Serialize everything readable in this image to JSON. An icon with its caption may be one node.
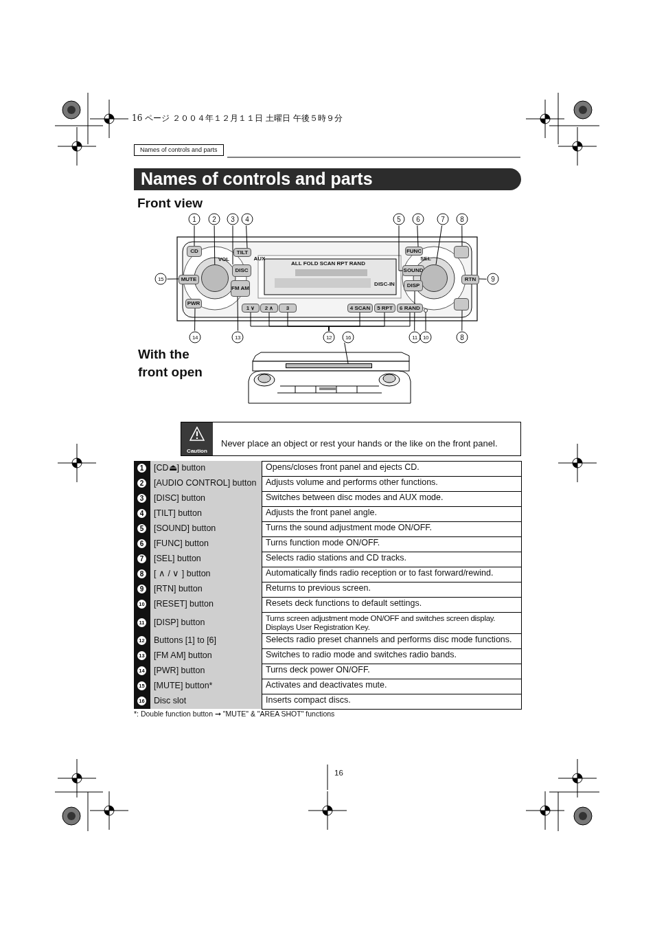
{
  "diagram": {
    "title": "Names of controls and parts",
    "nodes": [
      {
        "text": [
          "1"
        ]
      },
      {
        "text": [
          "2"
        ]
      },
      {
        "text": [
          "3"
        ]
      },
      {
        "text": [
          "4"
        ]
      },
      {
        "text": [
          "5"
        ]
      },
      {
        "text": [
          "6"
        ]
      },
      {
        "text": [
          "7"
        ]
      },
      {
        "text": [
          "8"
        ]
      },
      {
        "text": [
          "15"
        ]
      },
      {
        "text": [
          "9"
        ]
      },
      {
        "text": [
          "14"
        ]
      },
      {
        "text": [
          "13"
        ]
      },
      {
        "text": [
          "12"
        ]
      },
      {
        "text": [
          "16"
        ]
      },
      {
        "text": [
          "11"
        ]
      },
      {
        "text": [
          "10"
        ]
      },
      {
        "text": [
          "8"
        ]
      },
      {
        "text": [
          "CD"
        ]
      },
      {
        "text": [],
        "shape": "circle"
      },
      {
        "text": [
          "TILT"
        ]
      },
      {
        "text": [
          "DISC"
        ]
      },
      {
        "text": [
          "FM AM"
        ]
      },
      {
        "text": [
          "MUTE"
        ]
      },
      {
        "text": [
          "PWR"
        ]
      },
      {
        "text": [
          "FUNC"
        ]
      },
      {
        "text": [
          "SOUND"
        ]
      },
      {
        "text": [],
        "shape": "circle"
      },
      {
        "text": [],
        "shape": "box"
      },
      {
        "text": [
          "RTN"
        ]
      },
      {
        "text": [
          "DISP"
        ]
      },
      {
        "text": [],
        "shape": "box"
      },
      {
        "text": [],
        "shape": "circle"
      },
      {
        "text": [
          "1",
          "∨"
        ]
      },
      {
        "text": [
          "2",
          "∧"
        ]
      },
      {
        "text": [
          "3"
        ]
      },
      {
        "text": [
          "4",
          "SCAN"
        ]
      },
      {
        "text": [
          "5",
          "RPT"
        ]
      },
      {
        "text": [
          "6",
          "RAND"
        ]
      },
      {
        "text": [],
        "shape": "box"
      }
    ],
    "edges": [
      {
        "from": 0,
        "to": 17,
        "arrow": "none"
      },
      {
        "from": 1,
        "to": 18,
        "arrow": "none"
      },
      {
        "from": 2,
        "to": 20,
        "arrow": "none"
      },
      {
        "from": 3,
        "to": 19,
        "arrow": "none"
      },
      {
        "from": 4,
        "to": 25,
        "arrow": "none"
      },
      {
        "from": 5,
        "to": 24,
        "arrow": "none"
      },
      {
        "from": 6,
        "to": 26,
        "arrow": "none"
      },
      {
        "from": 7,
        "to": 27,
        "arrow": "none"
      },
      {
        "from": 8,
        "to": 22,
        "arrow": "none"
      },
      {
        "from": 9,
        "to": 28,
        "arrow": "none"
      },
      {
        "from": 10,
        "to": 23,
        "arrow": "none"
      },
      {
        "from": 11,
        "to": 21,
        "arrow": "none"
      },
      {
        "from": 12,
        "to": 32,
        "arrow": "none"
      },
      {
        "from": 12,
        "to": 33,
        "arrow": "none"
      },
      {
        "from": 12,
        "to": 34,
        "arrow": "none"
      },
      {
        "from": 12,
        "to": 35,
        "arrow": "none"
      },
      {
        "from": 12,
        "to": 36,
        "arrow": "none"
      },
      {
        "from": 12,
        "to": 37,
        "arrow": "none"
      },
      {
        "from": 13,
        "to": 38,
        "arrow": "none"
      },
      {
        "from": 14,
        "to": 29,
        "arrow": "none"
      },
      {
        "from": 15,
        "to": 31,
        "arrow": "none"
      },
      {
        "from": 16,
        "to": 30,
        "arrow": "none"
      }
    ],
    "labels": [
      "16 ページ ２００４年１２月１１日 土曜日 午後５時９分",
      "Names of controls and parts",
      "Front view",
      "VOL",
      "AUX",
      "SEL",
      "ALL FOLD SCAN RPT RAND",
      "DISC-IN",
      "With the front open",
      "Caution",
      "Never place an object or rest your hands or the like on the front panel.",
      "1",
      "[CD⏏] button",
      "Opens/closes front panel and ejects CD.",
      "2",
      "[AUDIO CONTROL] button",
      "Adjusts volume and performs other functions.",
      "3",
      "[DISC] button",
      "Switches between disc modes and AUX mode.",
      "4",
      "[TILT] button",
      "Adjusts the front panel angle.",
      "5",
      "[SOUND] button",
      "Turns the sound adjustment mode ON/OFF.",
      "6",
      "[FUNC] button",
      "Turns function mode ON/OFF.",
      "7",
      "[SEL] button",
      "Selects radio stations and CD tracks.",
      "8",
      "[ ∧ / ∨ ] button",
      "Automatically finds radio reception or to fast forward/rewind.",
      "9",
      "[RTN] button",
      "Returns to previous screen.",
      "10",
      "[RESET] button",
      "Resets deck functions to default settings.",
      "11",
      "[DISP] button",
      "Turns screen adjustment mode ON/OFF and switches screen display. Displays User Registration Key.",
      "12",
      "Buttons [1] to [6]",
      "Selects radio preset channels and performs disc mode functions.",
      "13",
      "[FM AM] button",
      "Switches to radio mode and switches radio bands.",
      "14",
      "[PWR] button",
      "Turns deck power ON/OFF.",
      "15",
      "[MUTE] button*",
      "Activates and deactivates mute.",
      "16",
      "Disc slot",
      "Inserts compact discs.",
      "*: Double function button ➞ \"MUTE\" & \"AREA SHOT\" functions",
      "16"
    ]
  }
}
